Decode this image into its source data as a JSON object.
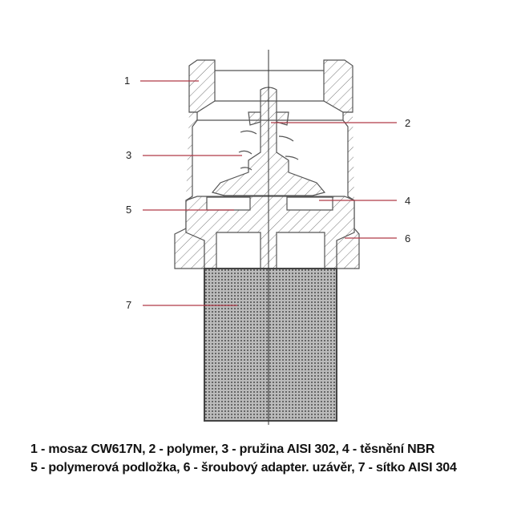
{
  "diagram": {
    "title": "Foot valve cross-section",
    "leader_color": "#b03a48",
    "labels": [
      {
        "num": "1"
      },
      {
        "num": "2"
      },
      {
        "num": "3"
      },
      {
        "num": "4"
      },
      {
        "num": "5"
      },
      {
        "num": "6"
      },
      {
        "num": "7"
      }
    ]
  },
  "caption": {
    "line1": "1 - mosaz CW617N, 2 - polymer, 3 - pružina AISI 302, 4 - těsnění NBR",
    "line2": "5 - polymerová podložka, 6 - šroubový adapter. uzávěr, 7 - sítko AISI 304"
  }
}
